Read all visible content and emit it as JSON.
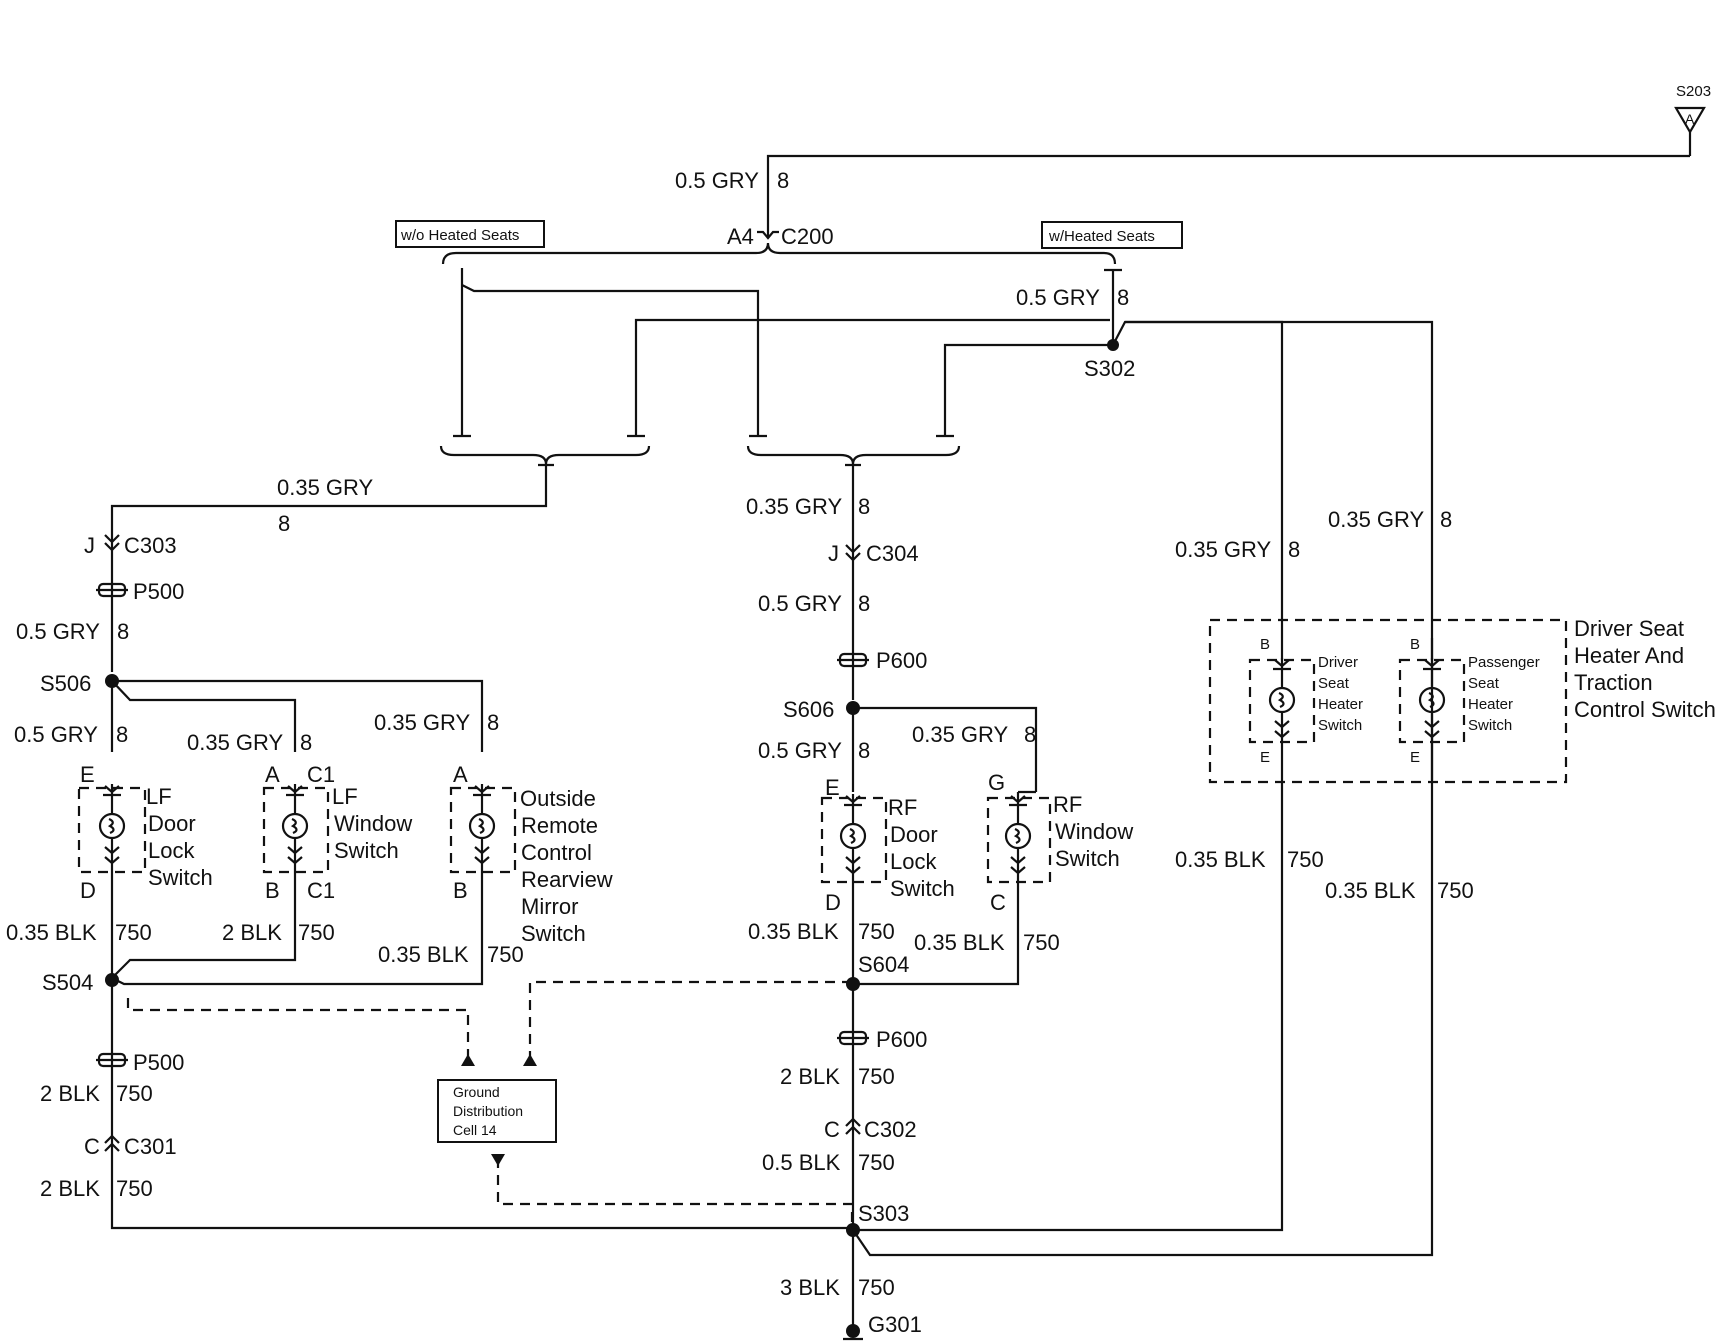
{
  "header": {
    "splice_ref": "S203",
    "splice_letter": "A"
  },
  "top": {
    "gry_05": "0.5 GRY",
    "circuit_8": "8",
    "pin_a4": "A4",
    "conn_c200": "C200",
    "option_without": "w/o Heated Seats",
    "option_with": "w/Heated Seats"
  },
  "wire_labels": {
    "gry_035": "0.35 GRY",
    "gry_05": "0.5 GRY",
    "blk_035": "0.35 BLK",
    "blk_05": "0.5 BLK",
    "blk_2": "2 BLK",
    "blk_3": "3 BLK",
    "c8": "8",
    "c750": "750"
  },
  "splices": {
    "s302": "S302",
    "s506": "S506",
    "s504": "S504",
    "s606": "S606",
    "s604": "S604",
    "s303": "S303"
  },
  "connectors": {
    "c303": "C303",
    "c304": "C304",
    "c301": "C301",
    "c302": "C302",
    "c1": "C1",
    "p500": "P500",
    "p600": "P600",
    "g301": "G301"
  },
  "pins": {
    "a": "A",
    "b": "B",
    "c": "C",
    "d": "D",
    "e": "E",
    "g": "G",
    "j": "J"
  },
  "components": {
    "lf_door_lock": [
      "LF",
      "Door",
      "Lock",
      "Switch"
    ],
    "lf_window": [
      "LF",
      "Window",
      "Switch"
    ],
    "mirror": [
      "Outside",
      "Remote",
      "Control",
      "Rearview",
      "Mirror",
      "Switch"
    ],
    "rf_door_lock": [
      "RF",
      "Door",
      "Lock",
      "Switch"
    ],
    "rf_window": [
      "RF",
      "Window",
      "Switch"
    ],
    "driver_seat": [
      "Driver",
      "Seat",
      "Heater",
      "Switch"
    ],
    "passenger_seat": [
      "Passenger",
      "Seat",
      "Heater",
      "Switch"
    ],
    "seat_module": [
      "Driver Seat",
      "Heater And",
      "Traction",
      "Control Switch"
    ]
  },
  "ground_box": [
    "Ground",
    "Distribution",
    "Cell 14"
  ]
}
